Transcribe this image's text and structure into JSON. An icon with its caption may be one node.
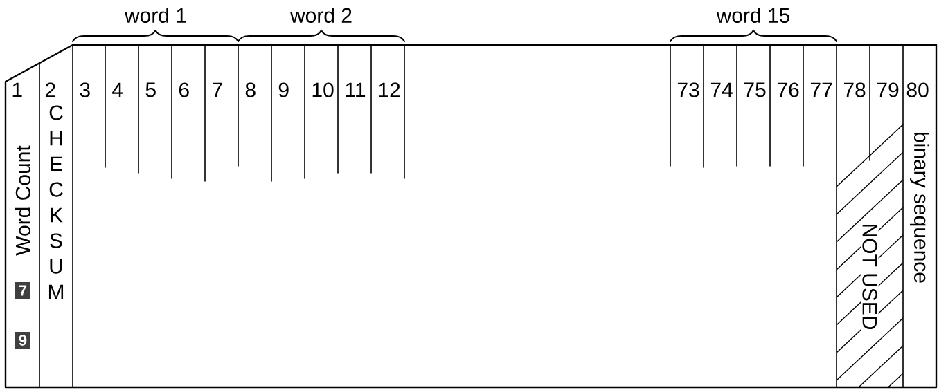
{
  "diagram": {
    "nodes": [
      {
        "text": [
          "1",
          "Word Count"
        ]
      },
      {
        "text": [
          "7"
        ],
        "in": 0
      },
      {
        "text": [
          "9"
        ],
        "in": 0
      },
      {
        "text": [
          "2",
          "CHECKSUM"
        ]
      },
      {
        "text": [
          "NOT USED"
        ]
      },
      {
        "text": [
          "80",
          "binary sequence"
        ]
      }
    ],
    "labels": [
      "word 1",
      "word 2",
      "word 15",
      "3",
      "4",
      "5",
      "6",
      "7",
      "8",
      "9",
      "10",
      "11",
      "12",
      "73",
      "74",
      "75",
      "76",
      "77",
      "78",
      "79"
    ]
  }
}
